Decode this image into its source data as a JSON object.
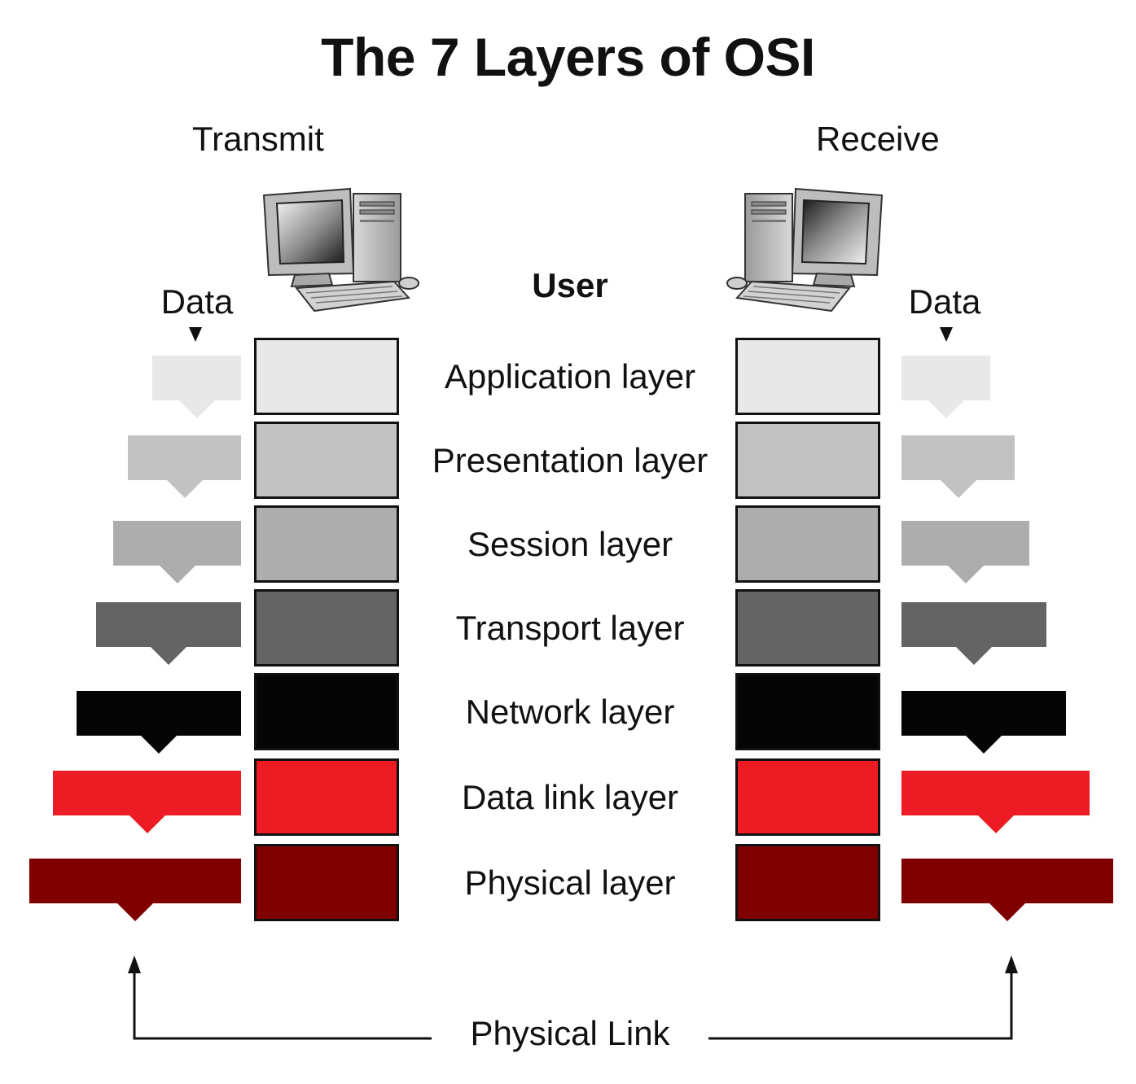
{
  "title": "The 7 Layers of OSI",
  "transmit_label": "Transmit",
  "receive_label": "Receive",
  "user_label": "User",
  "data_label": "Data",
  "physical_link_label": "Physical Link",
  "layers": [
    {
      "label": "Application layer",
      "color": "#e8e8e8"
    },
    {
      "label": "Presentation layer",
      "color": "#c2c2c2"
    },
    {
      "label": "Session layer",
      "color": "#adadad"
    },
    {
      "label": "Transport layer",
      "color": "#646464"
    },
    {
      "label": "Network layer",
      "color": "#050505"
    },
    {
      "label": "Data link layer",
      "color": "#ed1c24"
    },
    {
      "label": "Physical layer",
      "color": "#800000"
    }
  ]
}
